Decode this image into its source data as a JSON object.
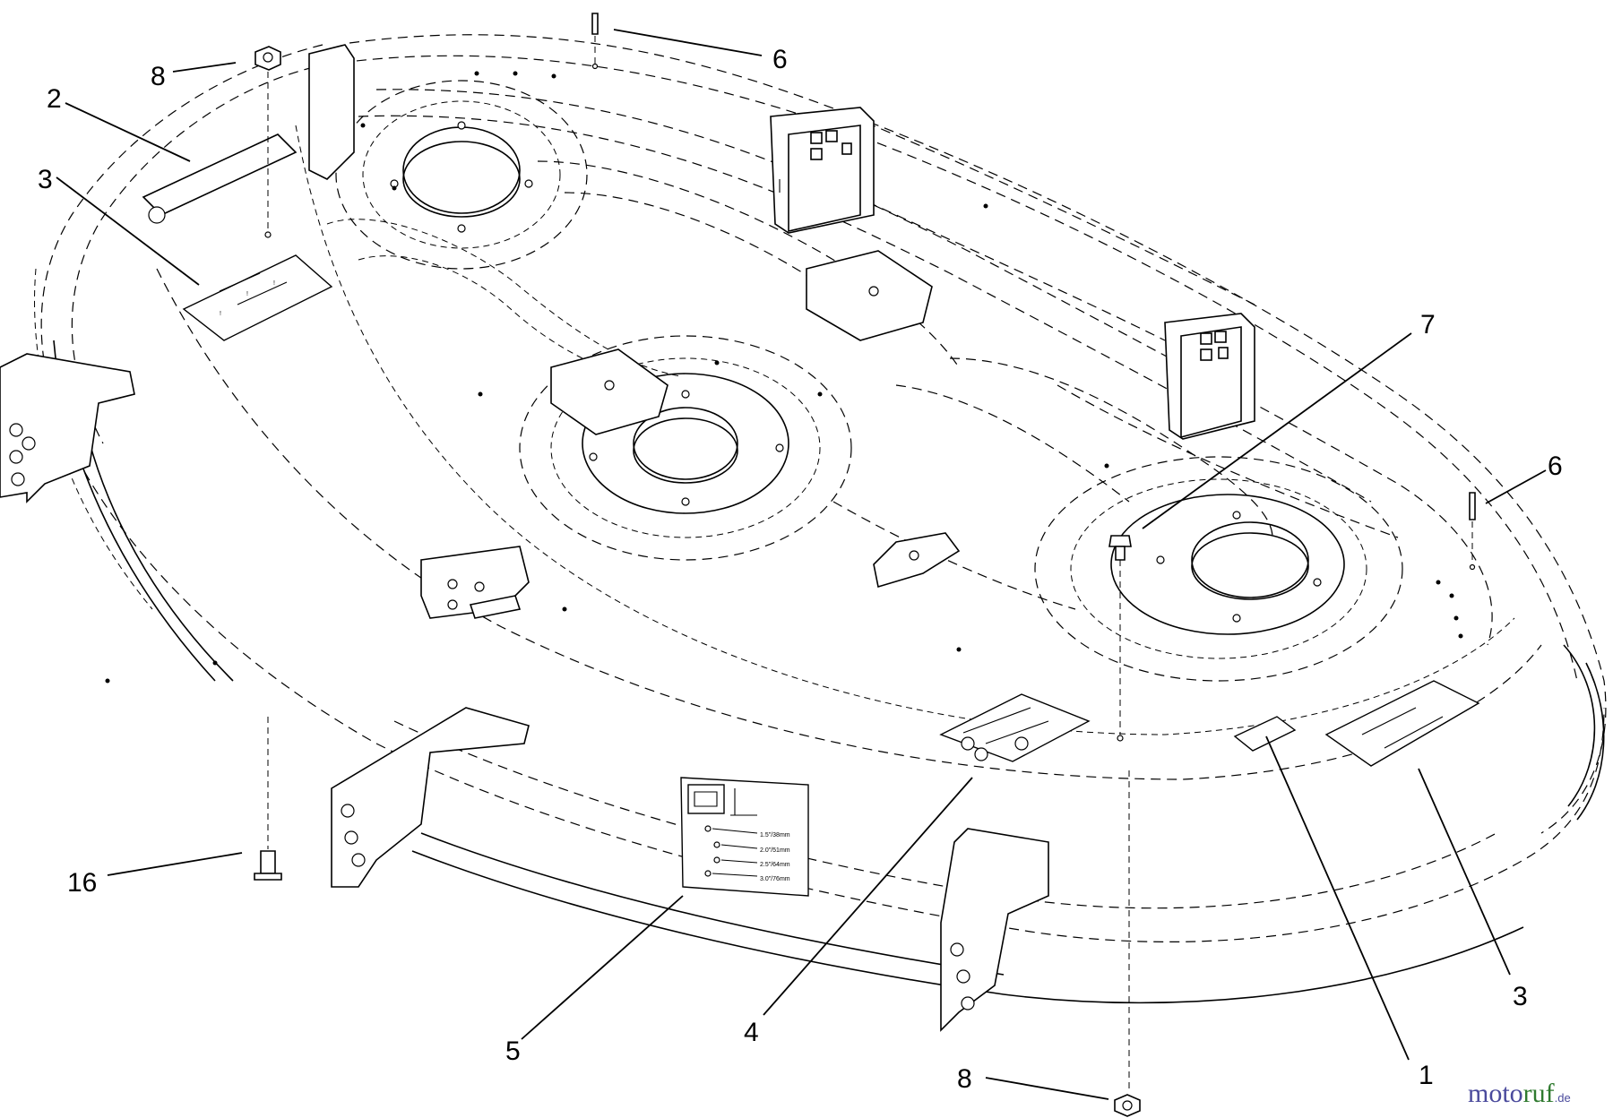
{
  "callouts": {
    "c1": "1",
    "c2": "2",
    "c3a": "3",
    "c3b": "3",
    "c4": "4",
    "c5": "5",
    "c6a": "6",
    "c6b": "6",
    "c7": "7",
    "c8a": "8",
    "c8b": "8",
    "c16": "16"
  },
  "decal_height": {
    "row1": "1.5\"/38mm",
    "row2": "2.0\"/51mm",
    "row3": "2.5\"/64mm",
    "row4": "3.0\"/76mm"
  },
  "watermark": {
    "part_a": "moto",
    "part_b": "ruf",
    "part_c": ".de"
  },
  "colors": {
    "line": "#000000",
    "background": "#ffffff",
    "watermark_blue": "#4a4a9c",
    "watermark_green": "#2f7a2f"
  }
}
